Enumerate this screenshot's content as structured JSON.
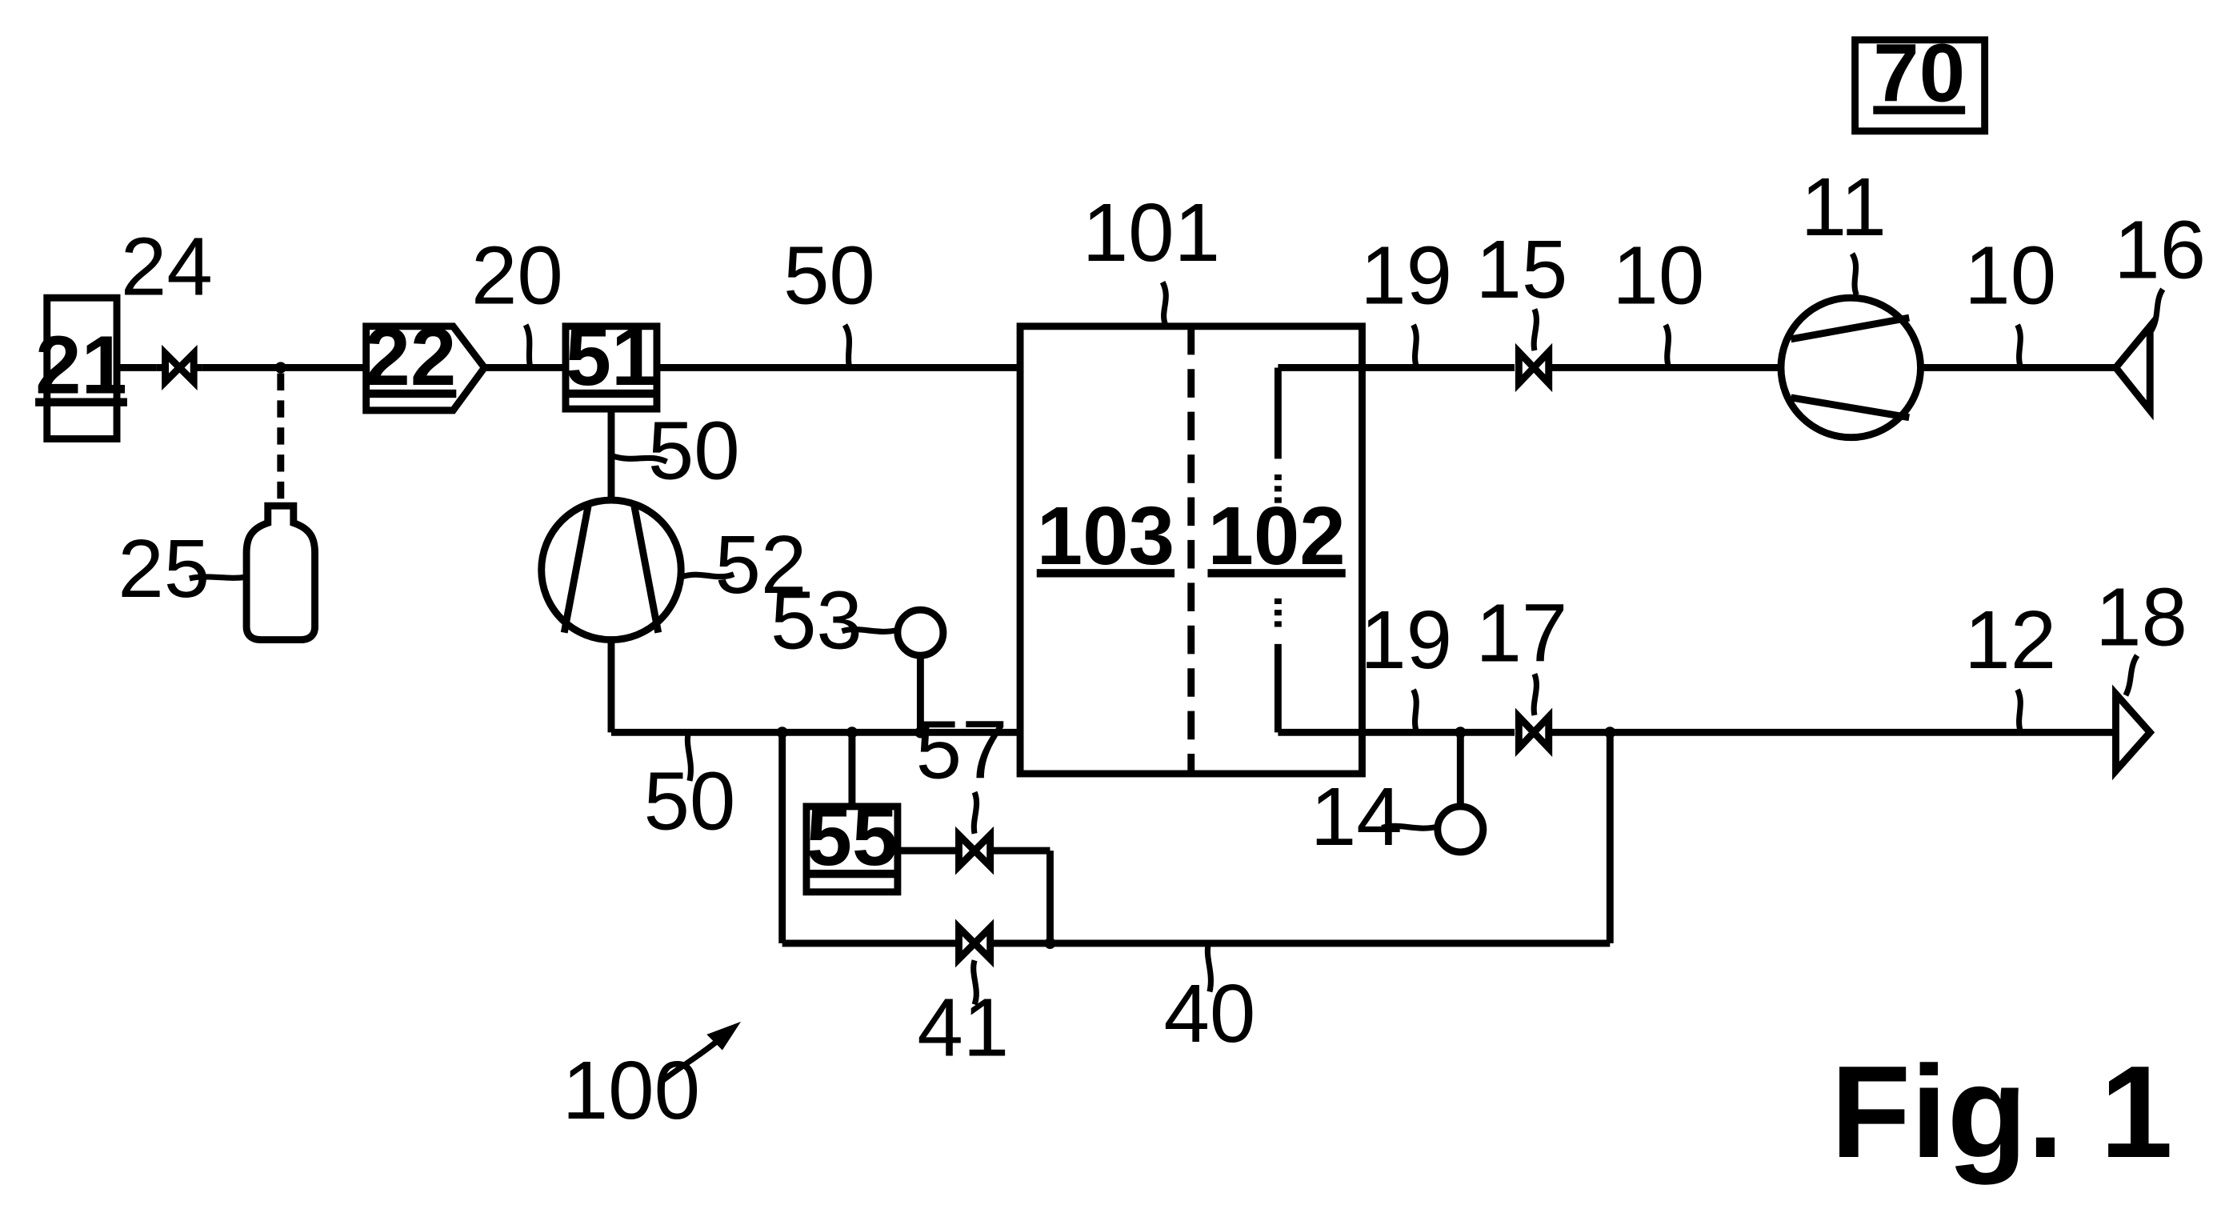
{
  "figure_label": "Fig. 1",
  "box_labels": {
    "b21": "21",
    "b22": "22",
    "b51": "51",
    "b55": "55",
    "b70": "70",
    "b103": "103",
    "b102": "102"
  },
  "reference_numerals": {
    "r24": "24",
    "r20": "20",
    "r50_top": "50",
    "r50_side": "50",
    "r50_bottom": "50",
    "r25": "25",
    "r52": "52",
    "r53": "53",
    "r57": "57",
    "r41": "41",
    "r40": "40",
    "r100": "100",
    "r101": "101",
    "r19_top": "19",
    "r19_bottom": "19",
    "r15": "15",
    "r10_left": "10",
    "r10_right": "10",
    "r11": "11",
    "r16": "16",
    "r17": "17",
    "r12": "12",
    "r18": "18",
    "r14": "14"
  }
}
